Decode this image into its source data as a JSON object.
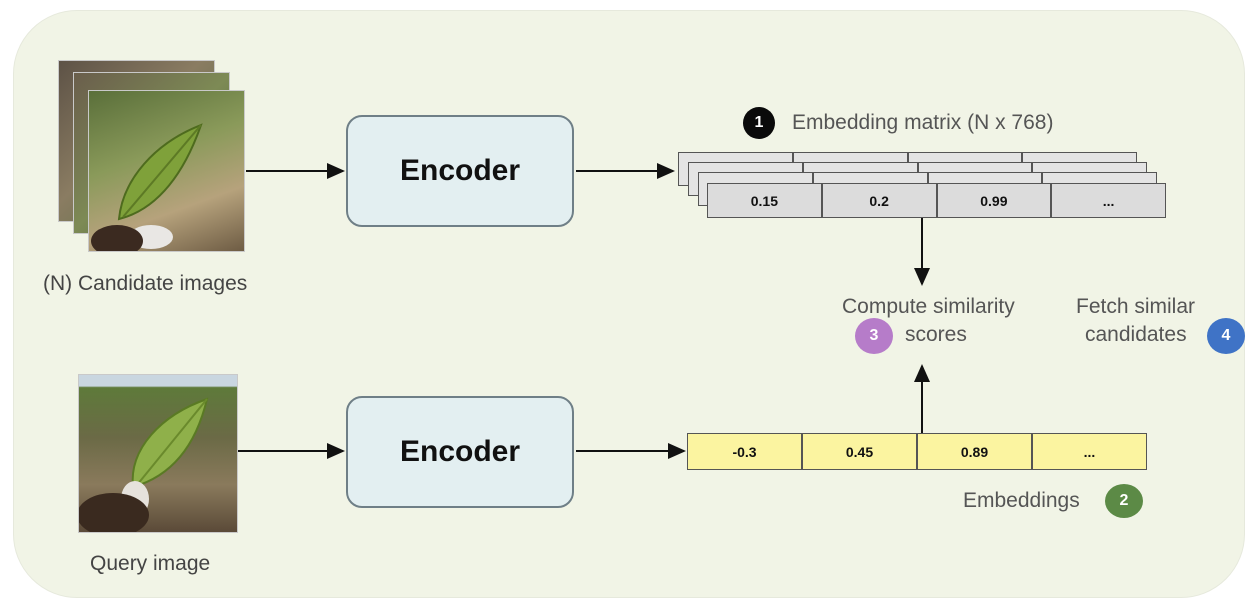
{
  "captions": {
    "candidates": "(N) Candidate images",
    "query": "Query image"
  },
  "encoders": [
    "Encoder",
    "Encoder"
  ],
  "matrix": {
    "badge": "1",
    "label": "Embedding matrix (N x 768)",
    "values": [
      "0.15",
      "0.2",
      "0.99",
      "..."
    ]
  },
  "embeddings": {
    "badge": "2",
    "label": "Embeddings",
    "values": [
      "-0.3",
      "0.45",
      "0.89",
      "..."
    ]
  },
  "compute": {
    "badge": "3",
    "line1": "Compute similarity",
    "line2": "scores"
  },
  "fetch": {
    "badge": "4",
    "line1": "Fetch similar",
    "line2": "candidates"
  },
  "colors": {
    "badge1": "#0a0a0a",
    "badge2": "#5c8a46",
    "badge3": "#b67cc9",
    "badge4": "#3f73c6",
    "matrix_cell": "#dcdcdc",
    "embedding_cell": "#fbf4a0",
    "encoder_fill": "#e3eff1"
  }
}
